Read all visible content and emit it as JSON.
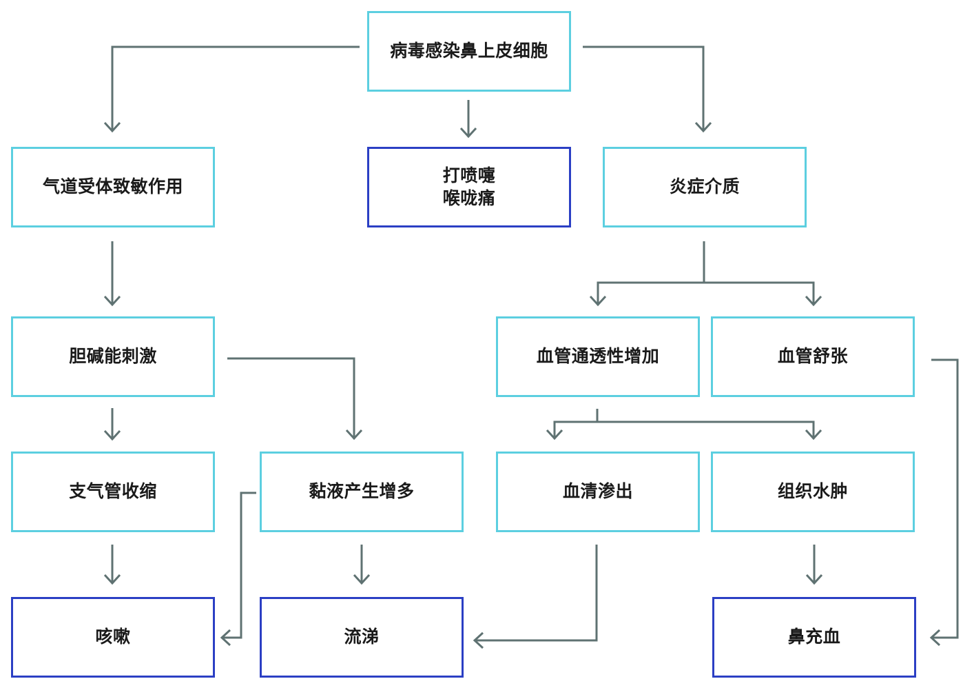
{
  "colors": {
    "intermediate_border": "#5ccfe0",
    "symptom_border": "#2b3fc4",
    "arrow": "#5f7272"
  },
  "nodes": {
    "root": "病毒感染鼻上皮细胞",
    "airway": "气道受体致敏作用",
    "sneeze_line1": "打喷嚏",
    "sneeze_line2": "喉咙痛",
    "inflammation": "炎症介质",
    "cholinergic": "胆碱能刺激",
    "permeability": "血管通透性增加",
    "vasodilation": "血管舒张",
    "bronchoconstriction": "支气管收缩",
    "mucus": "黏液产生增多",
    "serum": "血清渗出",
    "edema": "组织水肿",
    "cough": "咳嗽",
    "runny_nose": "流涕",
    "congestion": "鼻充血"
  }
}
